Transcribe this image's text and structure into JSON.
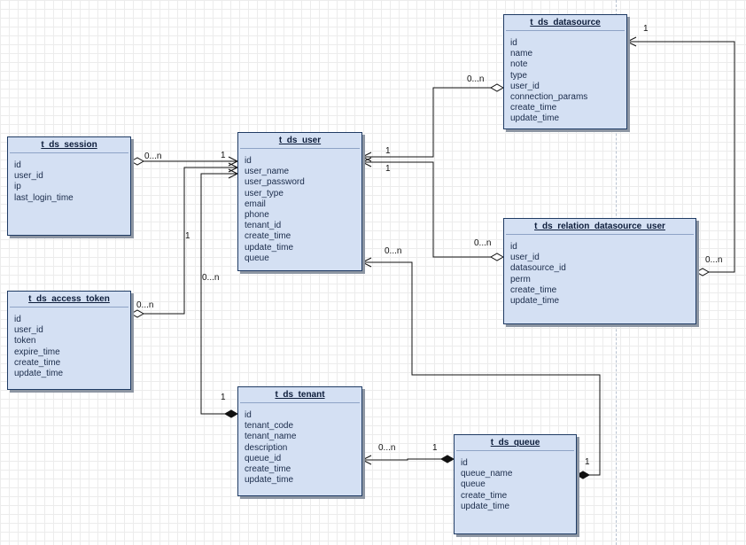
{
  "entities": {
    "t_ds_datasource": {
      "title": "t_ds_datasource",
      "fields": [
        "id",
        "name",
        "note",
        "type",
        "user_id",
        "connection_params",
        "create_time",
        "update_time"
      ]
    },
    "t_ds_session": {
      "title": "t_ds_session",
      "fields": [
        "id",
        "user_id",
        "ip",
        "last_login_time"
      ]
    },
    "t_ds_user": {
      "title": "t_ds_user",
      "fields": [
        "id",
        "user_name",
        "user_password",
        "user_type",
        "email",
        "phone",
        "tenant_id",
        "create_time",
        "update_time",
        "queue"
      ]
    },
    "t_ds_relation_datasource_user": {
      "title": "t_ds_relation_datasource_user",
      "fields": [
        "id",
        "user_id",
        "datasource_id",
        "perm",
        "create_time",
        "update_time"
      ]
    },
    "t_ds_access_token": {
      "title": "t_ds_access_token",
      "fields": [
        "id",
        "user_id",
        "token",
        "expire_time",
        "create_time",
        "update_time"
      ]
    },
    "t_ds_tenant": {
      "title": "t_ds_tenant",
      "fields": [
        "id",
        "tenant_code",
        "tenant_name",
        "description",
        "queue_id",
        "create_time",
        "update_time"
      ]
    },
    "t_ds_queue": {
      "title": "t_ds_queue",
      "fields": [
        "id",
        "queue_name",
        "queue",
        "create_time",
        "update_time"
      ]
    }
  },
  "multiplicities": {
    "session_side": "0...n",
    "user_from_session": "1",
    "token_side": "0...n",
    "user_from_token": "1",
    "datasource_side": "0...n",
    "user_from_datasource": "1",
    "user_from_relation": "1",
    "relation_side_user": "0...n",
    "datasource_from_relation": "1",
    "relation_side_datasource": "0...n",
    "user_side_tenant": "0...n",
    "tenant_from_user": "1",
    "user_side_queue": "0...n",
    "queue_from_user": "1",
    "tenant_side_queue": "0...n",
    "queue_from_tenant": "1"
  }
}
